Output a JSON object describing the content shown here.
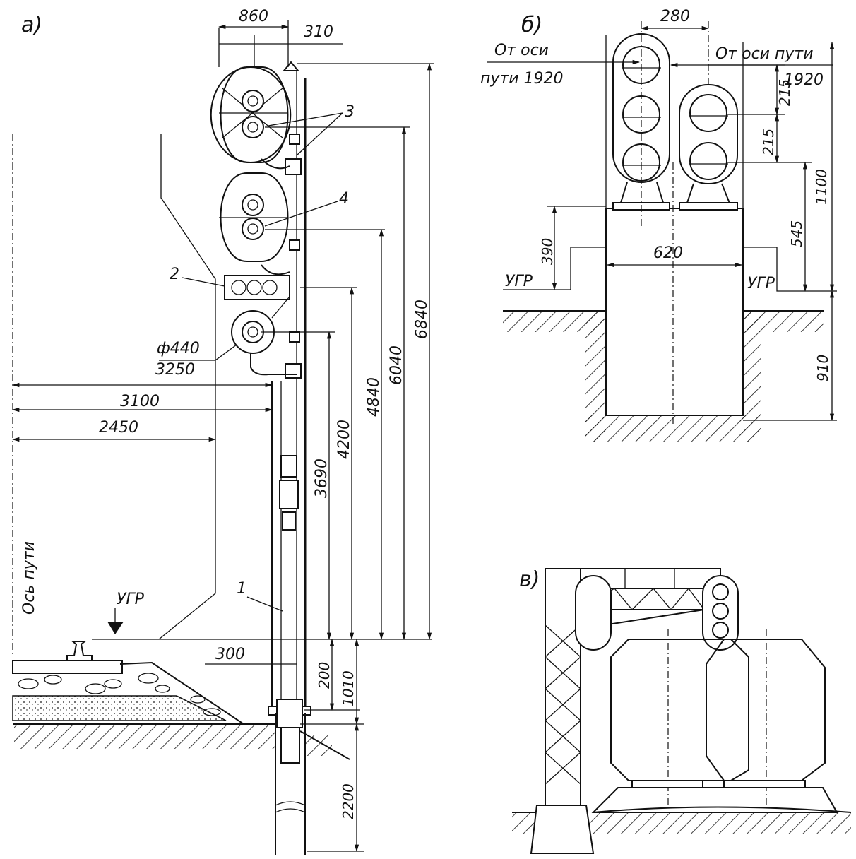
{
  "figure_labels": {
    "a": "а)",
    "b": "б)",
    "v": "в)"
  },
  "part_a": {
    "callouts": {
      "c1": "1",
      "c2": "2",
      "c3": "3",
      "c4": "4"
    },
    "axis_label": "Ось пути",
    "ugr": "УГР",
    "dims": {
      "d860": "860",
      "d310": "310",
      "d440": "ф440",
      "d3250": "3250",
      "d3100": "3100",
      "d2450": "2450",
      "d3690": "3690",
      "d4200": "4200",
      "d4840": "4840",
      "d6040": "6040",
      "d6840": "6840",
      "d300": "300",
      "d200": "200",
      "d1010": "1010",
      "d2200": "2200"
    }
  },
  "part_b": {
    "from_axis_left_1": "От оси",
    "from_axis_left_2": "пути 1920",
    "from_axis_right_1": "От оси пути",
    "from_axis_right_2": "1920",
    "ugr_left": "УГР",
    "ugr_right": "УГР",
    "dims": {
      "d280": "280",
      "d215a": "215",
      "d215b": "215",
      "d1100": "1100",
      "d545": "545",
      "d390": "390",
      "d620": "620",
      "d910": "910"
    }
  }
}
